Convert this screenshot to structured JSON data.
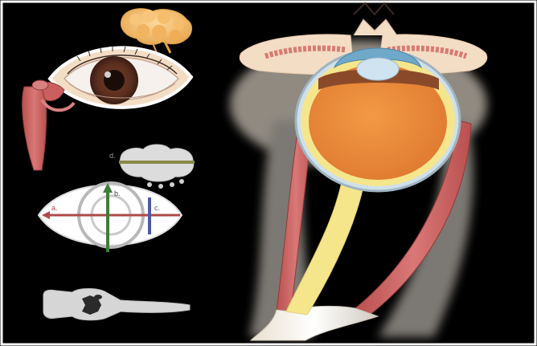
{
  "figure": {
    "background_color": "#000000",
    "labels": {
      "a": "a.",
      "b": "b.",
      "c": "c.",
      "d": "d."
    },
    "colors": {
      "gland": "#f0b560",
      "muscle": "#c9605f",
      "skin": "#f3ddc5",
      "iris": "#5a2e1f",
      "eyeball": "#e98a3c",
      "nerve": "#f5e68c",
      "axis_a": "#b04a4a",
      "axis_b": "#3f7d3a",
      "axis_c": "#4f59a8",
      "axis_d": "#8a8a4a",
      "socket_bone": "#d8d4cc",
      "outline": "#bdbdbd",
      "optic_nerve_section": "#d6d6d6"
    },
    "structures": [
      "lacrimal-gland",
      "external-eye",
      "extraocular-muscle",
      "ocular-surface-section",
      "ocular-axes-diagram",
      "optic-nerve-cross-section",
      "eyeball-cross-section",
      "optic-nerve",
      "rectus-muscles",
      "eyelids"
    ]
  }
}
